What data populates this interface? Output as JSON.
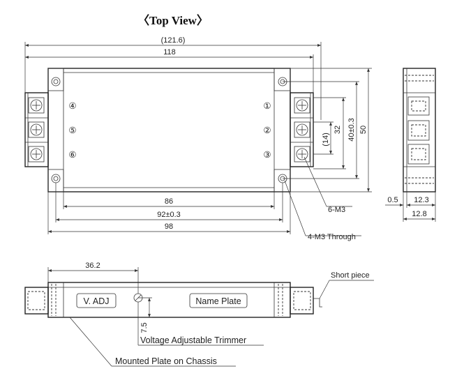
{
  "title": "〈Top View〉",
  "dimensions": {
    "overall_length": "(121.6)",
    "body_length": "118",
    "inner_86": "86",
    "mount_92": "92±0.3",
    "plate_98": "98",
    "width_50": "50",
    "mount_40": "40±0.3",
    "pitch_32": "32",
    "pitch_14": "(14)",
    "side_0_5": "0.5",
    "side_12_3": "12.3",
    "side_12_8": "12.8",
    "trimmer_36_2": "36.2",
    "trimmer_7_5": "7.5"
  },
  "terminals": [
    "①",
    "②",
    "③",
    "④",
    "⑤",
    "⑥"
  ],
  "callouts": {
    "screw": "6-M3",
    "through": "4-M3 Through",
    "short_piece": "Short piece",
    "trimmer": "Voltage Adjustable Trimmer",
    "plate": "Mounted Plate on Chassis"
  },
  "labels": {
    "vadj": "V. ADJ",
    "nameplate": "Name Plate"
  }
}
